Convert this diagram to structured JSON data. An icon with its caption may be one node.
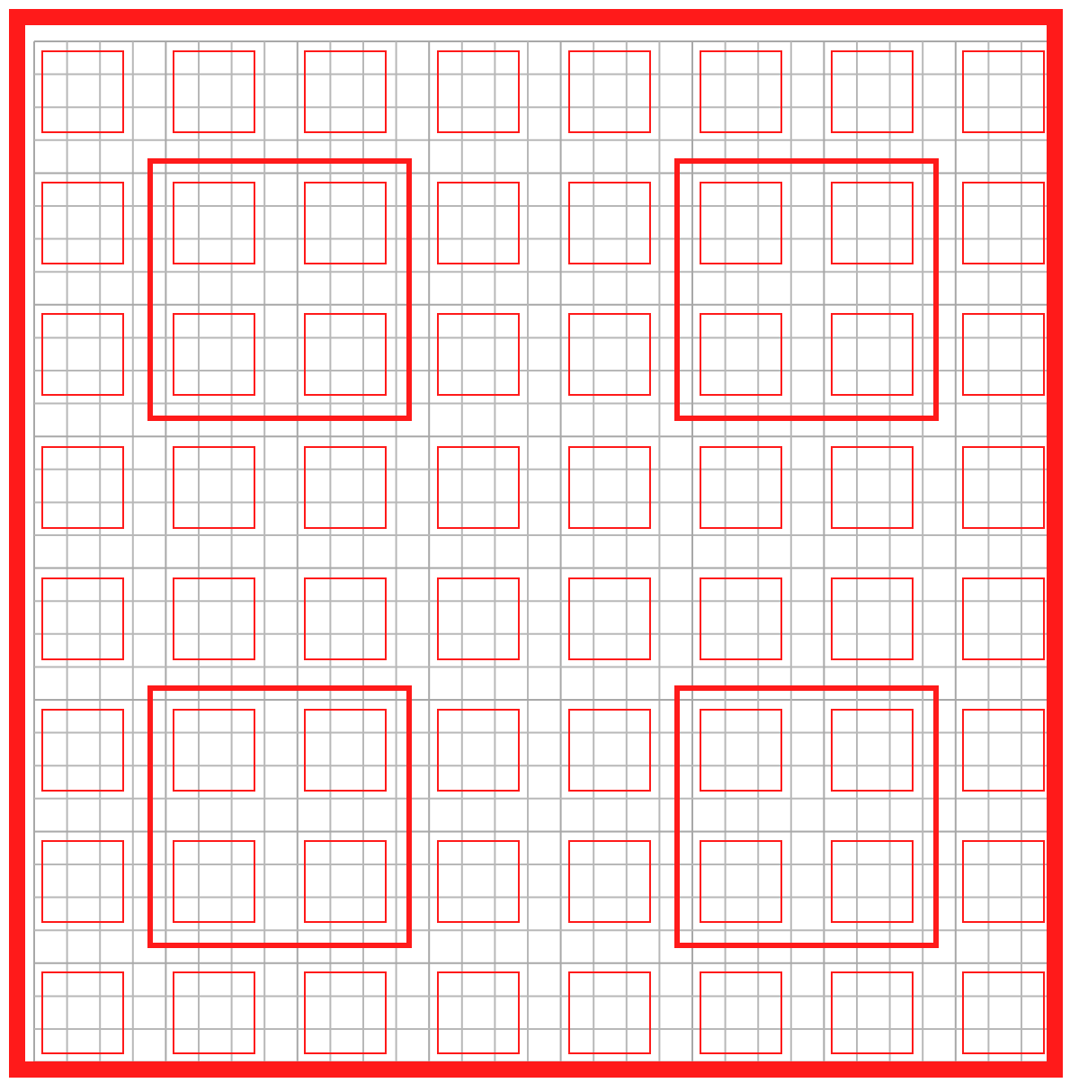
{
  "diagram": {
    "nodes": [
      {
        "text": [],
        "shape": "box"
      },
      {
        "text": [],
        "shape": "box",
        "in": 0
      },
      {
        "text": [],
        "shape": "box",
        "in": 0
      },
      {
        "text": [],
        "shape": "box",
        "in": 0
      },
      {
        "text": [],
        "shape": "box",
        "in": 0
      },
      {
        "text": [],
        "shape": "box",
        "in": 0
      },
      {
        "text": [],
        "shape": "box",
        "in": 0
      },
      {
        "text": [],
        "shape": "box",
        "in": 0
      },
      {
        "text": [],
        "shape": "box",
        "in": 0
      },
      {
        "text": [],
        "shape": "box",
        "in": 0
      },
      {
        "text": [],
        "shape": "box",
        "in": 0
      },
      {
        "text": [],
        "shape": "box",
        "in": 10
      },
      {
        "text": [],
        "shape": "box",
        "in": 10
      },
      {
        "text": [],
        "shape": "box",
        "in": 0
      },
      {
        "text": [],
        "shape": "box",
        "in": 0
      },
      {
        "text": [],
        "shape": "box",
        "in": 0
      },
      {
        "text": [],
        "shape": "box",
        "in": 15
      },
      {
        "text": [],
        "shape": "box",
        "in": 15
      },
      {
        "text": [],
        "shape": "box",
        "in": 0
      },
      {
        "text": [],
        "shape": "box",
        "in": 0
      },
      {
        "text": [],
        "shape": "box",
        "in": 10
      },
      {
        "text": [],
        "shape": "box",
        "in": 10
      },
      {
        "text": [],
        "shape": "box",
        "in": 0
      },
      {
        "text": [],
        "shape": "box",
        "in": 0
      },
      {
        "text": [],
        "shape": "box",
        "in": 15
      },
      {
        "text": [],
        "shape": "box",
        "in": 15
      },
      {
        "text": [],
        "shape": "box",
        "in": 0
      },
      {
        "text": [],
        "shape": "box",
        "in": 0
      },
      {
        "text": [],
        "shape": "box",
        "in": 0
      },
      {
        "text": [],
        "shape": "box",
        "in": 0
      },
      {
        "text": [],
        "shape": "box",
        "in": 0
      },
      {
        "text": [],
        "shape": "box",
        "in": 0
      },
      {
        "text": [],
        "shape": "box",
        "in": 0
      },
      {
        "text": [],
        "shape": "box",
        "in": 0
      },
      {
        "text": [],
        "shape": "box",
        "in": 0
      },
      {
        "text": [],
        "shape": "box",
        "in": 0
      },
      {
        "text": [],
        "shape": "box",
        "in": 0
      },
      {
        "text": [],
        "shape": "box",
        "in": 0
      },
      {
        "text": [],
        "shape": "box",
        "in": 0
      },
      {
        "text": [],
        "shape": "box",
        "in": 0
      },
      {
        "text": [],
        "shape": "box",
        "in": 0
      },
      {
        "text": [],
        "shape": "box",
        "in": 0
      },
      {
        "text": [],
        "shape": "box",
        "in": 0
      },
      {
        "text": [],
        "shape": "box",
        "in": 0
      },
      {
        "text": [],
        "shape": "box",
        "in": 0
      },
      {
        "text": [],
        "shape": "box",
        "in": 44
      },
      {
        "text": [],
        "shape": "box",
        "in": 44
      },
      {
        "text": [],
        "shape": "box",
        "in": 0
      },
      {
        "text": [],
        "shape": "box",
        "in": 0
      },
      {
        "text": [],
        "shape": "box",
        "in": 0
      },
      {
        "text": [],
        "shape": "box",
        "in": 49
      },
      {
        "text": [],
        "shape": "box",
        "in": 49
      },
      {
        "text": [],
        "shape": "box",
        "in": 0
      },
      {
        "text": [],
        "shape": "box",
        "in": 0
      },
      {
        "text": [],
        "shape": "box",
        "in": 44
      },
      {
        "text": [],
        "shape": "box",
        "in": 44
      },
      {
        "text": [],
        "shape": "box",
        "in": 0
      },
      {
        "text": [],
        "shape": "box",
        "in": 0
      },
      {
        "text": [],
        "shape": "box",
        "in": 49
      },
      {
        "text": [],
        "shape": "box",
        "in": 49
      },
      {
        "text": [],
        "shape": "box",
        "in": 0
      },
      {
        "text": [],
        "shape": "box",
        "in": 0
      },
      {
        "text": [],
        "shape": "box",
        "in": 0
      },
      {
        "text": [],
        "shape": "box",
        "in": 0
      },
      {
        "text": [],
        "shape": "box",
        "in": 0
      },
      {
        "text": [],
        "shape": "box",
        "in": 0
      },
      {
        "text": [],
        "shape": "box",
        "in": 0
      },
      {
        "text": [],
        "shape": "box",
        "in": 0
      },
      {
        "text": [],
        "shape": "box",
        "in": 0
      }
    ]
  }
}
